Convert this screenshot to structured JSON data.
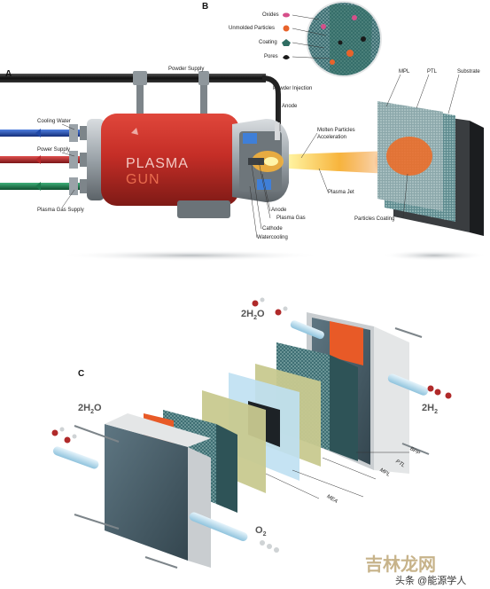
{
  "panels": {
    "a": "A",
    "b": "B",
    "c": "C"
  },
  "panel_a": {
    "powder_supply": "Powder Supply",
    "powder_injection": "Powder Injection",
    "anode_top": "Anode",
    "cooling_water": "Cooling Water",
    "power_supply": "Power Supply",
    "plasma_gas_supply": "Plasma Gas Supply",
    "gun_line1": "PLASMA",
    "gun_line2": "GUN",
    "molten_particles": "Molten Particles\nAcceleration",
    "plasma_jet": "Plasma Jet",
    "anode": "Anode",
    "plasma_gas": "Plasma Gas",
    "cathode": "Cathode",
    "watercooling": "Watercooling",
    "particles_coating": "Particles Coating",
    "mpl": "MPL",
    "ptl": "PTL",
    "substrate": "Substrate"
  },
  "panel_b": {
    "legend": [
      {
        "label": "Oxides",
        "color": "#d64f8a"
      },
      {
        "label": "Unmolded Particles",
        "color": "#e8632b"
      },
      {
        "label": "Coating",
        "color": "#2f6d62"
      },
      {
        "label": "Pores",
        "color": "#1a1a1a"
      }
    ]
  },
  "panel_c": {
    "h2o_left": "2H",
    "h2o_left_sub": "2",
    "h2o_left_tail": "O",
    "h2o_top": "2H",
    "h2o_top_sub": "2",
    "h2o_top_tail": "O",
    "h2": "2H",
    "h2_sub": "2",
    "o2": "O",
    "o2_sub": "2",
    "bpp": "BPP",
    "ptl": "PTL",
    "mpl": "MPL",
    "mea": "MEA"
  },
  "watermark": {
    "line1": "吉林龙网",
    "line2": "头条 @能源学人"
  },
  "colors": {
    "gun_red": "#c8322a",
    "cooling_blue": "#2149a8",
    "power_red": "#b8282b",
    "gas_green": "#1c7a4d",
    "plate_slate": "#4d6470",
    "gasket_orange": "#e85a27",
    "foam_teal": "#3f6f74",
    "membrane_olive": "#c8c98f",
    "membrane_blue": "#bfe0f2",
    "jet_orange": "#f0a030"
  }
}
